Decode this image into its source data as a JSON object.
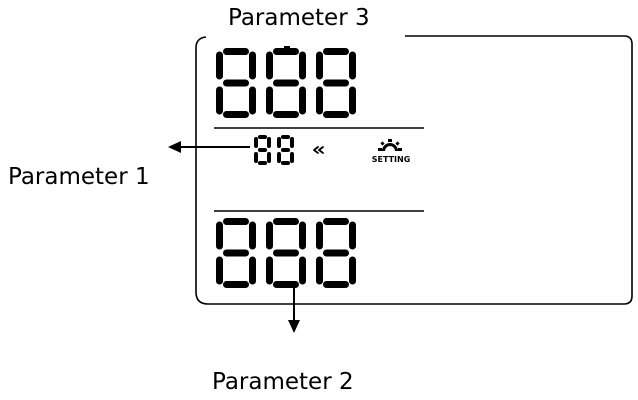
{
  "labels": {
    "parameter_3": "Parameter 3",
    "parameter_1": "Parameter 1",
    "parameter_2": "Parameter 2"
  },
  "display": {
    "top_digits": "888",
    "middle_digits": "88",
    "bottom_digits": "888",
    "indicator_icon": "double-chevron-left-icon",
    "setting_icon": "gear-icon",
    "setting_label": "SETTING"
  },
  "colors": {
    "ink": "#000000",
    "background": "#ffffff"
  }
}
